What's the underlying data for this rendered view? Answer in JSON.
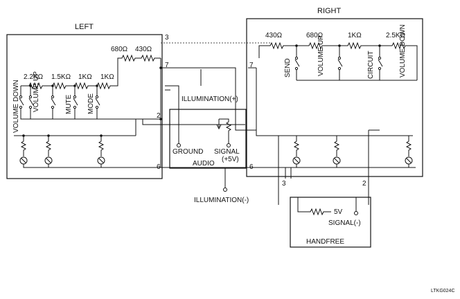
{
  "blocks": {
    "left": "LEFT",
    "right": "RIGHT",
    "audio": "AUDIO",
    "handfree": "HANDFREE"
  },
  "left_resistors": [
    "2.2KΩ",
    "1.5KΩ",
    "1KΩ",
    "1KΩ",
    "680Ω",
    "430Ω"
  ],
  "left_switches": [
    "VOLUME DOWN",
    "VOLUME UP",
    "MUTE",
    "MODE"
  ],
  "left_pins": [
    "3",
    "7",
    "2",
    "6"
  ],
  "right_resistors": [
    "430Ω",
    "680Ω",
    "1KΩ",
    "2.5KΩ"
  ],
  "right_switches": [
    "SEND",
    "VOLUME UP",
    "CIRCUIT",
    "VOLUME DOWN"
  ],
  "right_pins": [
    "7",
    "6",
    "3",
    "2"
  ],
  "audio_labels": {
    "illum_plus": "ILLUMINATION(+)",
    "ground": "GROUND",
    "signal": "SIGNAL",
    "signal_v": "(+5V)",
    "illum_minus": "ILLUMINATION(-)"
  },
  "handfree_labels": {
    "v5": "5V",
    "signal_minus": "SIGNAL(-)"
  },
  "figure_code": "LTKG024C"
}
